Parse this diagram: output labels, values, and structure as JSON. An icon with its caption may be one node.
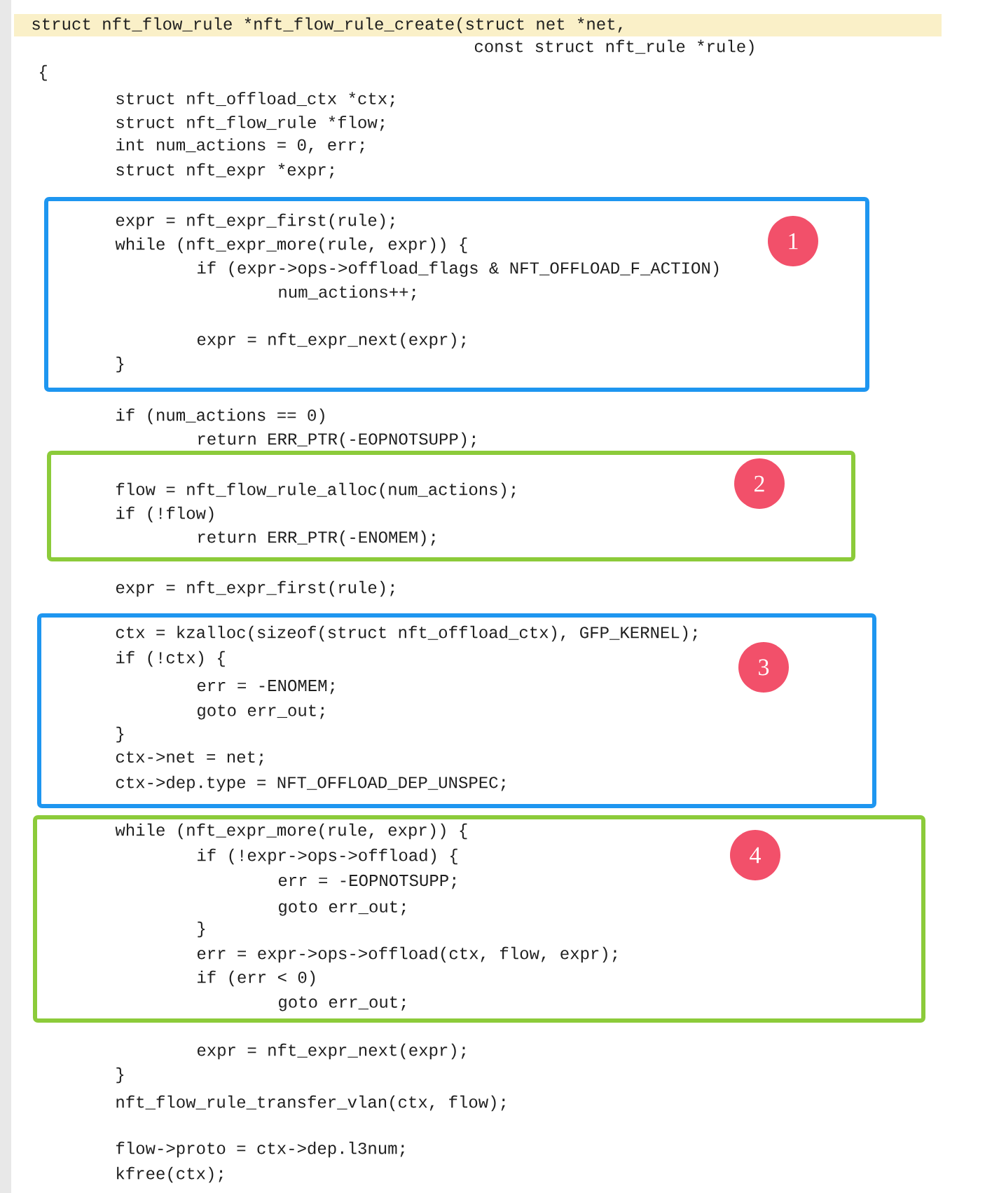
{
  "diagram": {
    "nodes": [
      {
        "text": [
          "expr = nft_expr_first(rule);",
          "while (nft_expr_more(rule, expr)) {",
          "if (expr->ops->offload_flags & NFT_OFFLOAD_F_ACTION)",
          "num_actions++;",
          "expr = nft_expr_next(expr);",
          "}"
        ]
      },
      {
        "text": [
          "1"
        ],
        "in": 0
      },
      {
        "text": [
          "flow = nft_flow_rule_alloc(num_actions);",
          "if (!flow)",
          "return ERR_PTR(-ENOMEM);"
        ]
      },
      {
        "text": [
          "2"
        ],
        "in": 2
      },
      {
        "text": [
          "ctx = kzalloc(sizeof(struct nft_offload_ctx), GFP_KERNEL);",
          "if (!ctx) {",
          "err = -ENOMEM;",
          "goto err_out;",
          "}",
          "ctx->net = net;",
          "ctx->dep.type = NFT_OFFLOAD_DEP_UNSPEC;"
        ]
      },
      {
        "text": [
          "3"
        ],
        "in": 4
      },
      {
        "text": [
          "while (nft_expr_more(rule, expr)) {",
          "if (!expr->ops->offload) {",
          "err = -EOPNOTSUPP;",
          "goto err_out;",
          "}",
          "err = expr->ops->offload(ctx, flow, expr);",
          "if (err < 0)",
          "goto err_out;"
        ]
      },
      {
        "text": [
          "4"
        ],
        "in": 6
      }
    ],
    "labels": [
      "struct nft_flow_rule *nft_flow_rule_create(struct net *net,",
      "const struct nft_rule *rule)",
      "{",
      "struct nft_offload_ctx *ctx;",
      "struct nft_flow_rule *flow;",
      "int num_actions = 0, err;",
      "struct nft_expr *expr;",
      "if (num_actions == 0)",
      "return ERR_PTR(-EOPNOTSUPP);",
      "expr = nft_expr_first(rule);",
      "expr = nft_expr_next(expr);",
      "}",
      "nft_flow_rule_transfer_vlan(ctx, flow);",
      "flow->proto = ctx->dep.l3num;",
      "kfree(ctx);"
    ]
  }
}
